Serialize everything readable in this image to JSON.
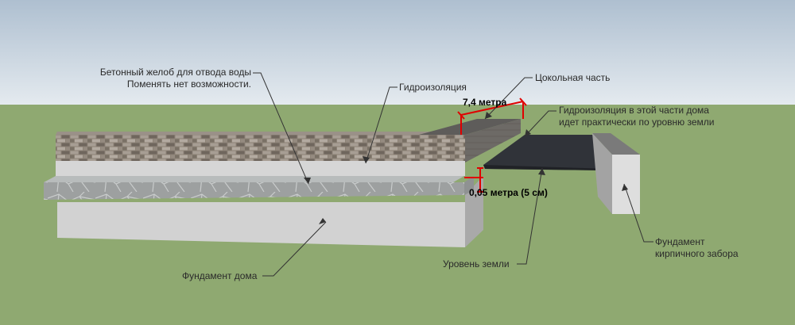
{
  "labels": {
    "concrete_gutter": {
      "line1": "Бетонный желоб для отвода воды",
      "line2": "Поменять нет возможности."
    },
    "waterproofing": "Гидроизоляция",
    "plinth": "Цокольная часть",
    "waterproofing_ground": {
      "line1": "Гидроизоляция в этой части дома",
      "line2": "идет практически по уровню земли"
    },
    "house_foundation": "Фундамент дома",
    "ground_level": "Уровень земли",
    "fence_foundation": {
      "line1": "Фундамент",
      "line2": "кирпичного забора"
    }
  },
  "dimensions": {
    "length": "7,4 метра",
    "height": "0,05 метра (5 см)"
  },
  "colors": {
    "sky_top": "#aebfd0",
    "sky_bottom": "#e4eaef",
    "grass": "#8fa971",
    "foundation_front": "#d2d2d2",
    "foundation_side": "#a9a9a9",
    "brick": "#8c8276",
    "stone_slab": "#9da0a0",
    "dark_slab": "#303339",
    "dimension_red": "#e00000"
  }
}
